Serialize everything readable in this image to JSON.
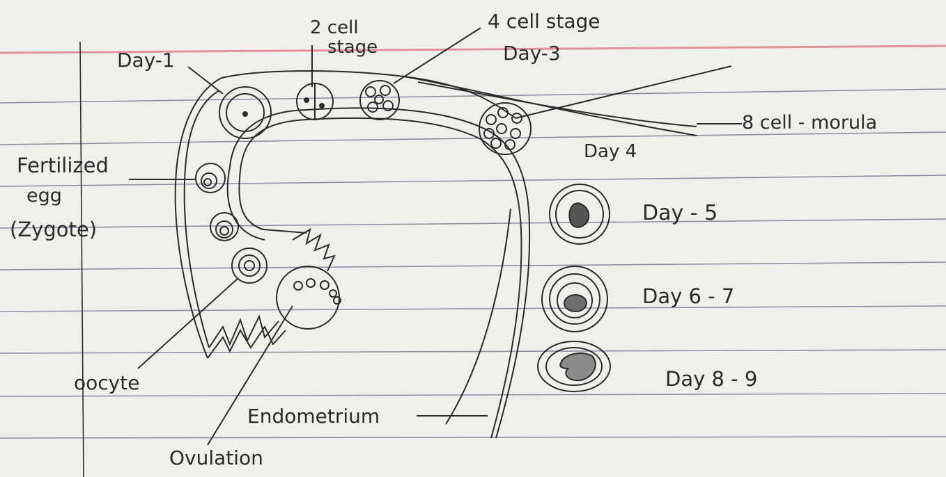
{
  "diagram": {
    "labels": {
      "day1": "Day-1",
      "two_cell_line1": "2 cell",
      "two_cell_line2": "stage",
      "four_cell_line1": "4 cell stage",
      "four_cell_line2": "Day-3",
      "morula": "8 cell - morula",
      "day4": "Day 4",
      "day5": "Day - 5",
      "day67": "Day 6 - 7",
      "day89": "Day 8 - 9",
      "fertilized_line1": "Fertilized",
      "fertilized_line2": "egg",
      "fertilized_line3": "(Zygote)",
      "oocyte": "oocyte",
      "endometrium": "Endometrium",
      "ovulation": "Ovulation"
    },
    "colors": {
      "paper": "#f1efec",
      "rule_line": "#6a6f88",
      "margin_red": "#e07a8c",
      "ink": "#2a2a2a",
      "fill_dark": "#6e6e6e"
    }
  }
}
